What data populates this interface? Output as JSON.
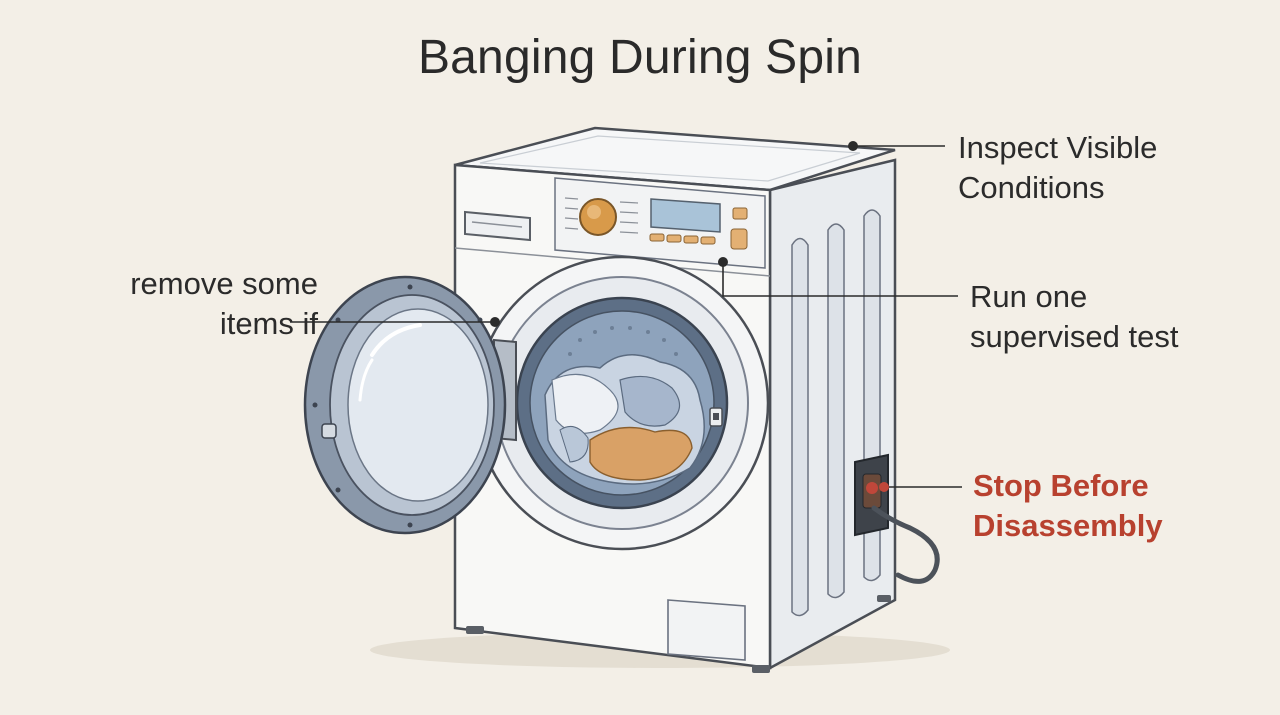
{
  "title": "Banging During Spin",
  "callouts": {
    "inspect": {
      "line1": "Inspect Visible",
      "line2": "Conditions"
    },
    "remove": {
      "line1": "remove some",
      "line2": "items if"
    },
    "test": {
      "line1": "Run one",
      "line2": "supervised test"
    },
    "stop": {
      "line1": "Stop Before",
      "line2": "Disassembly"
    }
  },
  "colors": {
    "background": "#f3efe7",
    "text": "#2b2b2b",
    "warning": "#b8412f",
    "knob": "#d89a4a",
    "display": "#a9c3d8",
    "door_ring": "#8a98aa"
  }
}
